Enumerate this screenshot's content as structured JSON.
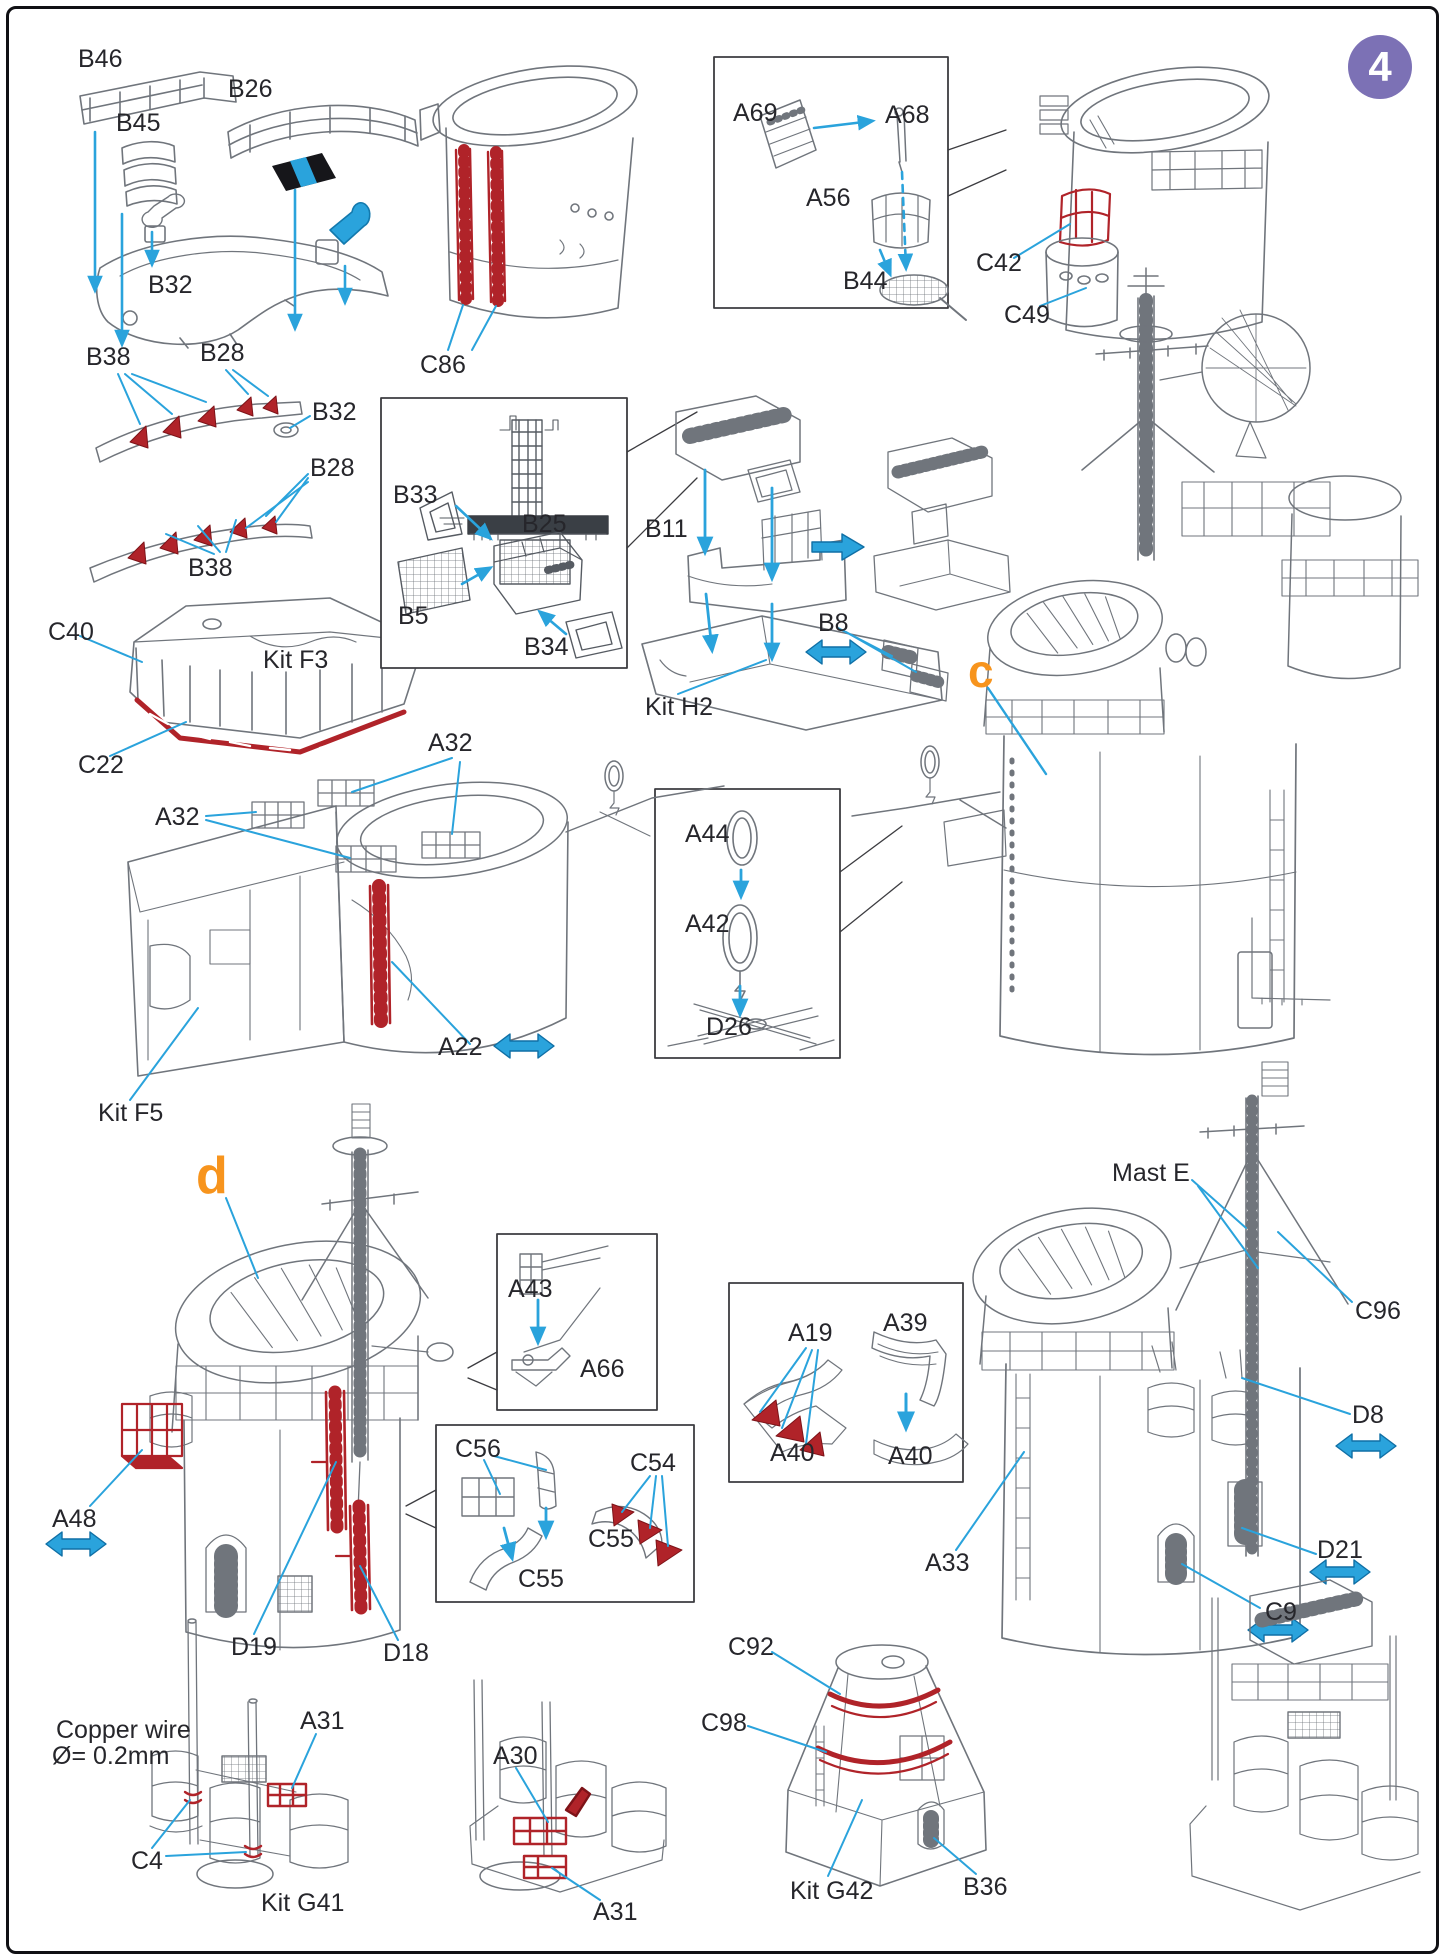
{
  "page": {
    "badge_number": "4"
  },
  "callouts": {
    "c": "c",
    "d": "d"
  },
  "notes": {
    "copper_wire_line1": "Copper wire",
    "copper_wire_line2": "Ø= 0.2mm"
  },
  "colors": {
    "accent_blue": "#2aa3dc",
    "highlight_red": "#b02329",
    "callout_orange": "#f7941d",
    "badge_purple": "#7c71b5",
    "line_gray": "#70757c",
    "text": "#26262b"
  },
  "markers": {
    "paint_stripe": "black-blue-black stripe marker"
  },
  "labels": [
    {
      "name": "B46",
      "text": "B46"
    },
    {
      "name": "B26",
      "text": "B26"
    },
    {
      "name": "B45",
      "text": "B45"
    },
    {
      "name": "B32-platform",
      "text": "B32"
    },
    {
      "name": "C86",
      "text": "C86"
    },
    {
      "name": "A69",
      "text": "A69"
    },
    {
      "name": "A68",
      "text": "A68"
    },
    {
      "name": "A56",
      "text": "A56"
    },
    {
      "name": "B44",
      "text": "B44"
    },
    {
      "name": "C42",
      "text": "C42"
    },
    {
      "name": "C49",
      "text": "C49"
    },
    {
      "name": "B38-upper",
      "text": "B38"
    },
    {
      "name": "B28-upper",
      "text": "B28"
    },
    {
      "name": "B32-grommet",
      "text": "B32"
    },
    {
      "name": "B28-lower",
      "text": "B28"
    },
    {
      "name": "B38-lower",
      "text": "B38"
    },
    {
      "name": "C40",
      "text": "C40"
    },
    {
      "name": "Kit-F3",
      "text": "Kit F3"
    },
    {
      "name": "C22",
      "text": "C22"
    },
    {
      "name": "B33",
      "text": "B33"
    },
    {
      "name": "B25",
      "text": "B25"
    },
    {
      "name": "B5",
      "text": "B5"
    },
    {
      "name": "B34",
      "text": "B34"
    },
    {
      "name": "B11",
      "text": "B11"
    },
    {
      "name": "B8",
      "text": "B8"
    },
    {
      "name": "Kit-H2",
      "text": "Kit H2"
    },
    {
      "name": "A44",
      "text": "A44"
    },
    {
      "name": "A42",
      "text": "A42"
    },
    {
      "name": "D26",
      "text": "D26"
    },
    {
      "name": "A32-right",
      "text": "A32"
    },
    {
      "name": "A32-left",
      "text": "A32"
    },
    {
      "name": "A22",
      "text": "A22"
    },
    {
      "name": "Kit-F5",
      "text": "Kit F5"
    },
    {
      "name": "Mast-E",
      "text": "Mast E"
    },
    {
      "name": "C96",
      "text": "C96"
    },
    {
      "name": "A43",
      "text": "A43"
    },
    {
      "name": "A66",
      "text": "A66"
    },
    {
      "name": "A19",
      "text": "A19"
    },
    {
      "name": "A39",
      "text": "A39"
    },
    {
      "name": "A40-left",
      "text": "A40"
    },
    {
      "name": "A40-right",
      "text": "A40"
    },
    {
      "name": "C56",
      "text": "C56"
    },
    {
      "name": "C54",
      "text": "C54"
    },
    {
      "name": "C55-right",
      "text": "C55"
    },
    {
      "name": "C55-bottom",
      "text": "C55"
    },
    {
      "name": "A48",
      "text": "A48"
    },
    {
      "name": "D8",
      "text": "D8"
    },
    {
      "name": "A33",
      "text": "A33"
    },
    {
      "name": "D21",
      "text": "D21"
    },
    {
      "name": "C9",
      "text": "C9"
    },
    {
      "name": "D19",
      "text": "D19"
    },
    {
      "name": "D18",
      "text": "D18"
    },
    {
      "name": "A31-top",
      "text": "A31"
    },
    {
      "name": "C4",
      "text": "C4"
    },
    {
      "name": "Kit-G41",
      "text": "Kit G41"
    },
    {
      "name": "A30",
      "text": "A30"
    },
    {
      "name": "A31-bottom",
      "text": "A31"
    },
    {
      "name": "C92",
      "text": "C92"
    },
    {
      "name": "C98",
      "text": "C98"
    },
    {
      "name": "Kit-G42",
      "text": "Kit G42"
    },
    {
      "name": "B36",
      "text": "B36"
    }
  ]
}
